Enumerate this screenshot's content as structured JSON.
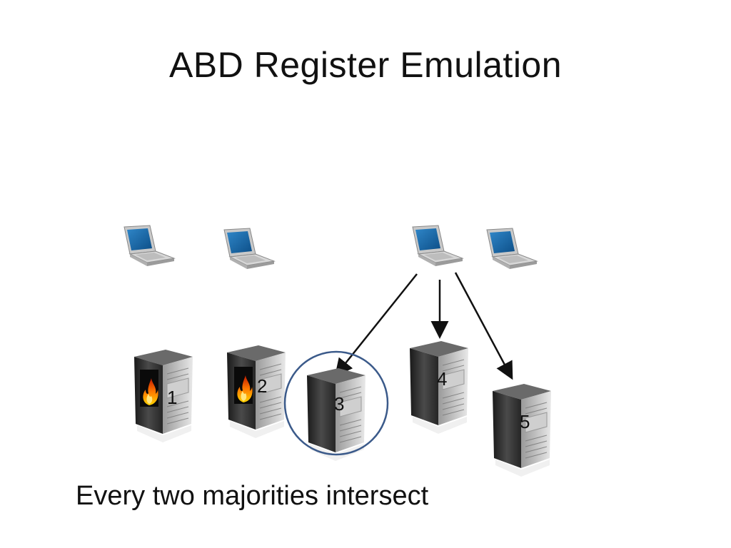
{
  "slide": {
    "title": "ABD Register Emulation",
    "caption": "Every two majorities intersect"
  },
  "diagram": {
    "clients": [
      "laptop-icon",
      "laptop-icon",
      "laptop-icon",
      "laptop-icon"
    ],
    "servers": [
      {
        "label": "1",
        "status": "crashed"
      },
      {
        "label": "2",
        "status": "crashed"
      },
      {
        "label": "3",
        "status": "highlighted"
      },
      {
        "label": "4",
        "status": "ok"
      },
      {
        "label": "5",
        "status": "ok"
      }
    ],
    "colors": {
      "highlight_circle": "#3b5a8a",
      "arrow": "#111111",
      "screen": "#1f6fb0",
      "fire": "#ff8a00"
    }
  }
}
